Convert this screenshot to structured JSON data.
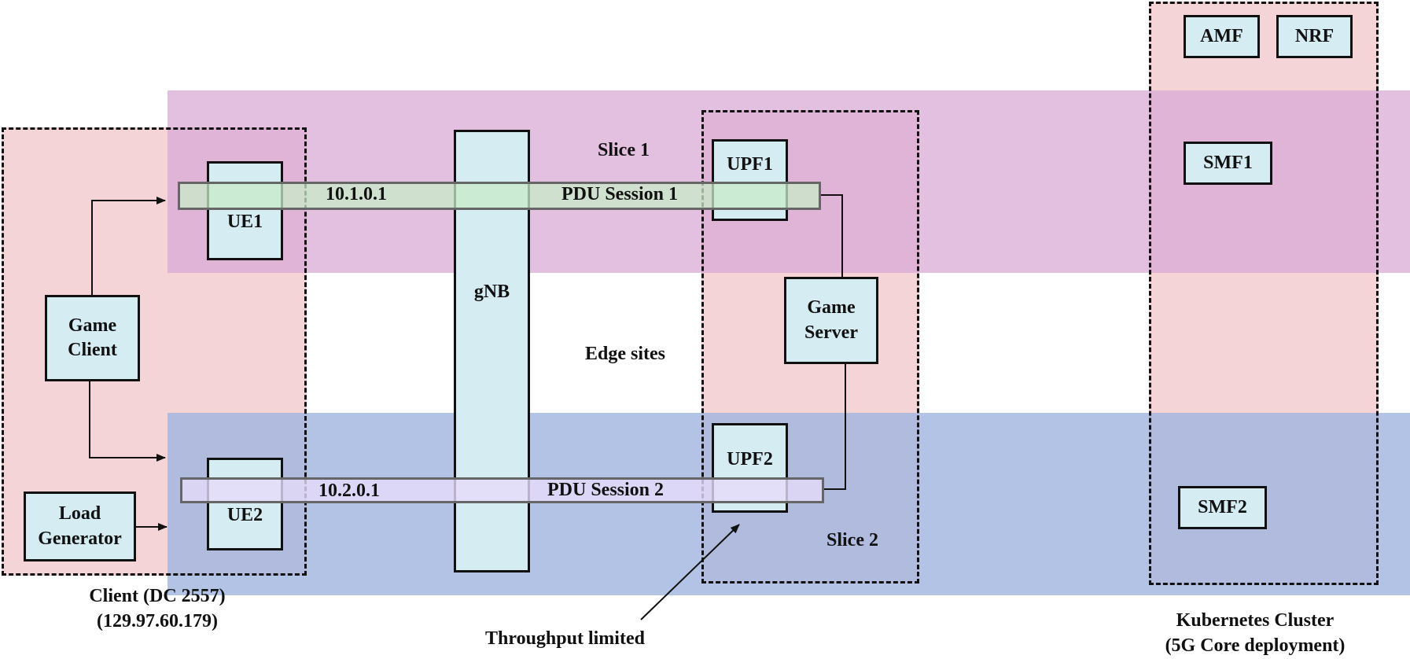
{
  "regions": {
    "client_caption_1": "Client (DC 2557)",
    "client_caption_2": "(129.97.60.179)",
    "k8s_caption_1": "Kubernetes Cluster",
    "k8s_caption_2": "(5G Core deployment)",
    "edge_label": "Edge sites",
    "slice1_label": "Slice 1",
    "slice2_label": "Slice 2"
  },
  "nodes": {
    "game_client": [
      "Game",
      "Client"
    ],
    "load_generator": [
      "Load",
      "Generator"
    ],
    "ue1": "UE1",
    "ue2": "UE2",
    "gnb": "gNB",
    "upf1": "UPF1",
    "upf2": "UPF2",
    "game_server": [
      "Game",
      "Server"
    ],
    "amf": "AMF",
    "nrf": "NRF",
    "smf1": "SMF1",
    "smf2": "SMF2"
  },
  "sessions": {
    "s1_ip": "10.1.0.1",
    "s1_name": "PDU Session 1",
    "s2_ip": "10.2.0.1",
    "s2_name": "PDU Session 2"
  },
  "annotations": {
    "throughput": "Throughput limited"
  },
  "colors": {
    "slice1": "#d9a9d6",
    "slice2": "#9fb4de",
    "region": "#f2cdcf",
    "node_fill": "#d6ecf3"
  }
}
